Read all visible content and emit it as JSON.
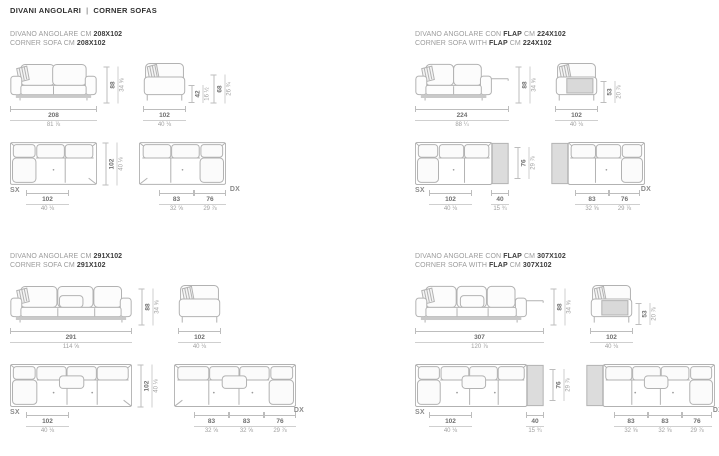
{
  "header": {
    "left": "DIVANI ANGOLARI",
    "sep": "|",
    "right": "CORNER SOFAS"
  },
  "labels": {
    "sx": "SX",
    "dx": "DX"
  },
  "colors": {
    "line": "#b2b2b2",
    "flap_fill": "#d9d9d9",
    "plinth_fill": "#c9c9c9",
    "text_gray": "#9b9b9b",
    "text_dark": "#3c3c3c"
  },
  "models": [
    {
      "title": {
        "it_pre": "DIVANO ANGOLARE CM ",
        "it_flap": "",
        "it_mid": "",
        "it_size": "208X102",
        "en_pre": "CORNER SOFA CM ",
        "en_flap": "",
        "en_mid": "",
        "en_size": "208X102"
      },
      "front": {
        "w_cm": "208",
        "w_in": "81 ⅞",
        "h_cm": "88",
        "h_in": "34 ⅝"
      },
      "side": {
        "w_cm": "102",
        "w_in": "40 ⅛",
        "extra": [
          {
            "cm": "42",
            "in": "16 ½"
          },
          {
            "cm": "68",
            "in": "26 ¾"
          }
        ]
      },
      "plan": {
        "d_cm": "102",
        "d_in": "40 ⅛",
        "sx": [
          {
            "cm": "102",
            "in": "40 ⅛"
          }
        ],
        "dx": [
          {
            "cm": "83",
            "in": "32 ⅝"
          },
          {
            "cm": "76",
            "in": "29 ⅞"
          }
        ]
      }
    },
    {
      "title": {
        "it_pre": "DIVANO ANGOLARE CON ",
        "it_flap": "FLAP",
        "it_mid": " CM ",
        "it_size": "224X102",
        "en_pre": "CORNER SOFA WITH ",
        "en_flap": "FLAP",
        "en_mid": " CM ",
        "en_size": "224X102"
      },
      "front": {
        "w_cm": "224",
        "w_in": "88 ¼",
        "h_cm": "88",
        "h_in": "34 ⅝"
      },
      "side": {
        "w_cm": "102",
        "w_in": "40 ⅛",
        "flap": {
          "cm": "53",
          "in": "20 ⅞"
        }
      },
      "plan": {
        "d_cm": "76",
        "d_in": "29 ⅞",
        "sx": [
          {
            "cm": "102",
            "in": "40 ⅛"
          },
          {
            "cm": "40",
            "in": "15 ¾"
          }
        ],
        "dx": [
          {
            "cm": "83",
            "in": "32 ⅝"
          },
          {
            "cm": "76",
            "in": "29 ⅞"
          }
        ]
      }
    },
    {
      "title": {
        "it_pre": "DIVANO ANGOLARE CM ",
        "it_flap": "",
        "it_mid": "",
        "it_size": "291X102",
        "en_pre": "CORNER SOFA CM ",
        "en_flap": "",
        "en_mid": "",
        "en_size": "291X102"
      },
      "front": {
        "w_cm": "291",
        "w_in": "114 ⅝",
        "h_cm": "88",
        "h_in": "34 ⅝"
      },
      "side": {
        "w_cm": "102",
        "w_in": "40 ⅛"
      },
      "plan": {
        "d_cm": "102",
        "d_in": "40 ⅛",
        "sx": [
          {
            "cm": "102",
            "in": "40 ⅛"
          }
        ],
        "dx": [
          {
            "cm": "83",
            "in": "32 ⅝"
          },
          {
            "cm": "83",
            "in": "32 ⅝"
          },
          {
            "cm": "76",
            "in": "29 ⅞"
          }
        ]
      }
    },
    {
      "title": {
        "it_pre": "DIVANO ANGOLARE CON ",
        "it_flap": "FLAP",
        "it_mid": " CM ",
        "it_size": "307X102",
        "en_pre": "CORNER SOFA WITH ",
        "en_flap": "FLAP",
        "en_mid": " CM ",
        "en_size": "307X102"
      },
      "front": {
        "w_cm": "307",
        "w_in": "120 ⅞",
        "h_cm": "88",
        "h_in": "34 ⅝"
      },
      "side": {
        "w_cm": "102",
        "w_in": "40 ⅛",
        "flap": {
          "cm": "53",
          "in": "20 ⅞"
        }
      },
      "plan": {
        "d_cm": "76",
        "d_in": "29 ⅞",
        "sx": [
          {
            "cm": "102",
            "in": "40 ⅛"
          },
          {
            "cm": "40",
            "in": "15 ¾"
          }
        ],
        "dx": [
          {
            "cm": "83",
            "in": "32 ⅝"
          },
          {
            "cm": "83",
            "in": "32 ⅝"
          },
          {
            "cm": "76",
            "in": "29 ⅞"
          }
        ]
      }
    }
  ]
}
